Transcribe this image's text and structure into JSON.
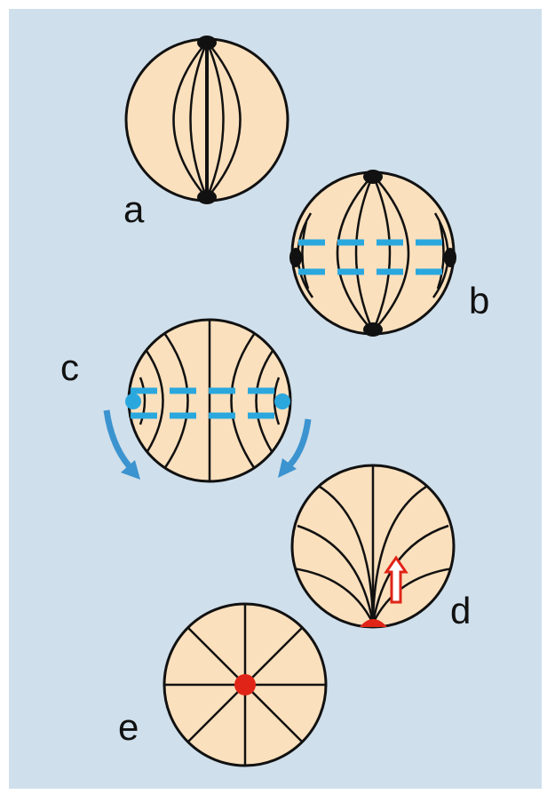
{
  "labels": {
    "a": "a",
    "b": "b",
    "c": "c",
    "d": "d",
    "e": "e"
  },
  "colors": {
    "background": "#cfdfeb",
    "sphere_fill": "#fbe0bd",
    "line": "#111111",
    "dashed_band": "#2aa8de",
    "rotation_arrow": "#3b93cf",
    "red_marker": "#e02418"
  }
}
